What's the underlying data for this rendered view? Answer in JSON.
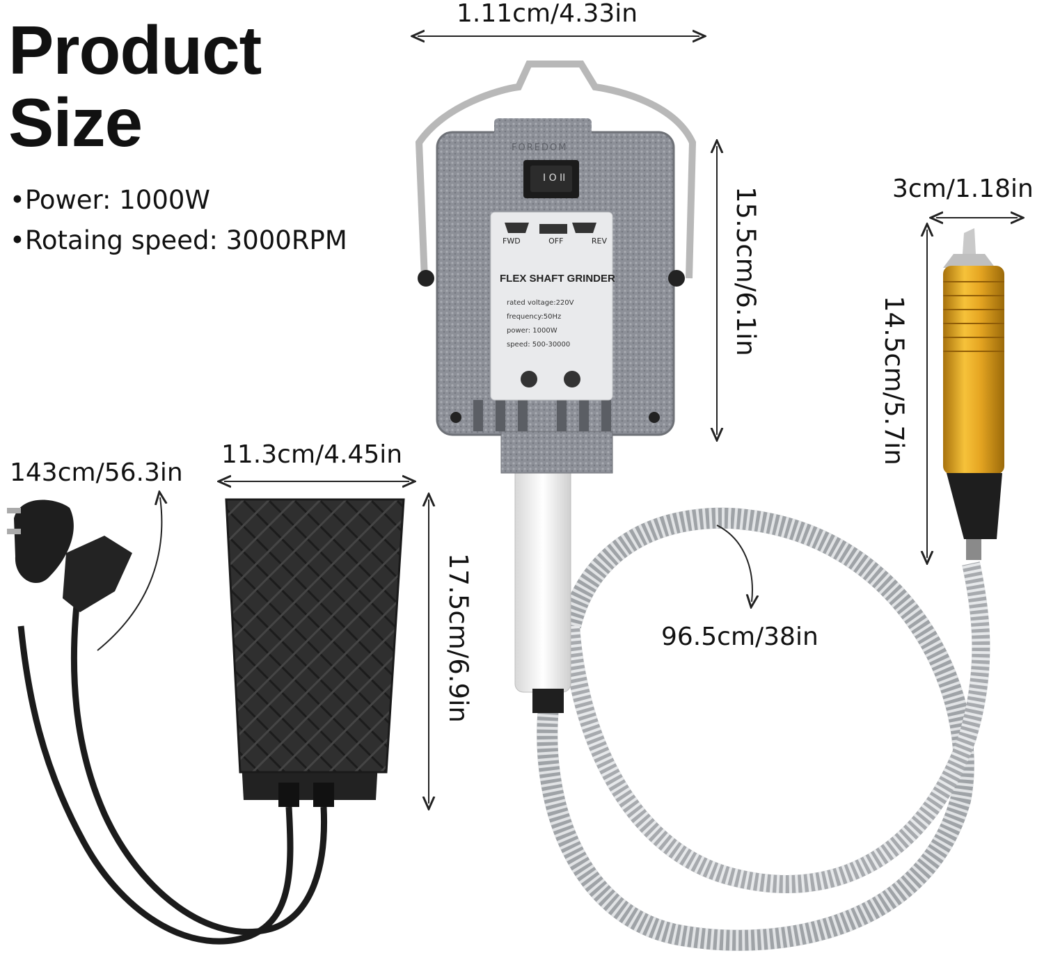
{
  "title": {
    "line1": "Product",
    "line2": "Size"
  },
  "specs": [
    "•Power: 1000W",
    "•Rotaing speed: 3000RPM"
  ],
  "dimensions": {
    "motor_width": "1.11cm/4.33in",
    "motor_height": "15.5cm/6.1in",
    "handpiece_width": "3cm/1.18in",
    "handpiece_length": "14.5cm/5.7in",
    "cord_length": "143cm/56.3in",
    "pedal_width": "11.3cm/4.45in",
    "pedal_length": "17.5cm/6.9in",
    "shaft_length": "96.5cm/38in"
  },
  "motor_label": {
    "brand": "FOREDOM",
    "switch": "I O II",
    "modes": [
      "FWD",
      "OFF",
      "REV"
    ],
    "name": "FLEX SHAFT GRINDER",
    "rated_voltage": "rated voltage:220V",
    "frequency": "frequency:50Hz",
    "power": "power: 1000W",
    "speed": "speed: 500-30000"
  },
  "colors": {
    "motor": "#8c8f96",
    "handpiece": "#e0a21c",
    "pedal": "#2b2b2b",
    "shaft": "#b9bcc0"
  }
}
